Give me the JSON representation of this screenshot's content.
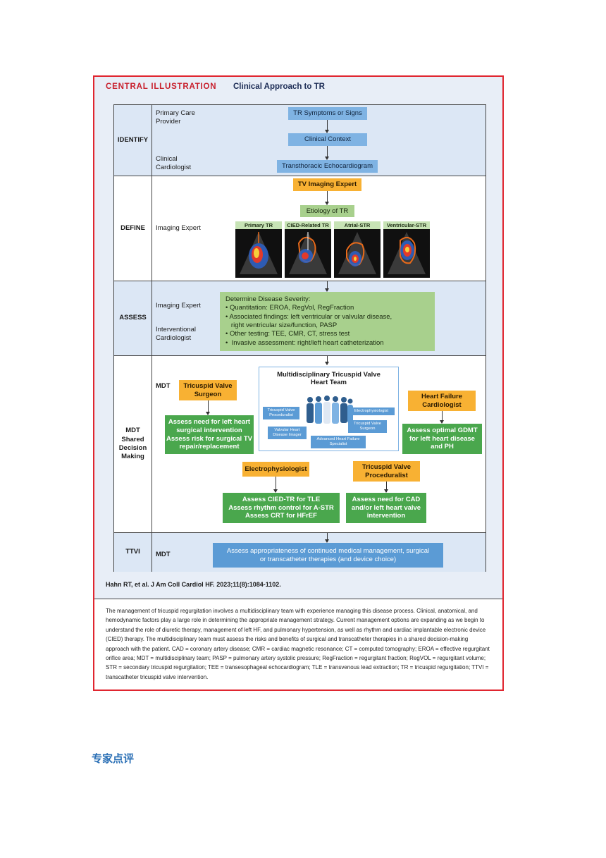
{
  "header": {
    "label": "CENTRAL ILLUSTRATION",
    "title": "Clinical Approach to TR"
  },
  "identify": {
    "label": "IDENTIFY",
    "role_top": "Primary Care\nProvider",
    "role_bottom": "Clinical\nCardiologist",
    "box1": "TR Symptoms or Signs",
    "box2": "Clinical Context",
    "box3": "Transthoracic Echocardiogram"
  },
  "define": {
    "label": "DEFINE",
    "role": "Imaging Expert",
    "expert_box": "TV Imaging Expert",
    "etiology_box": "Etiology of TR",
    "panels": [
      "Primary TR",
      "CIED-Related TR",
      "Atrial-STR",
      "Ventricular-STR"
    ]
  },
  "assess": {
    "label": "ASSESS",
    "role_top": "Imaging Expert",
    "role_bottom": "Interventional\nCardiologist",
    "lines": [
      "Determine Disease Severity:",
      "• Quantitation: EROA, RegVol, RegFraction",
      "• Associated findings: left ventricular or valvular disease,",
      "   right ventricular size/function, PASP",
      "• Other testing: TEE, CMR, CT, stress test",
      "•  Invasive assessment: right/left heart catheterization"
    ]
  },
  "mdt": {
    "label": "MDT\nShared\nDecision\nMaking",
    "role": "MDT",
    "surgeon_box": "Tricuspid Valve\nSurgeon",
    "surgeon_action": "Assess need for left heart\nsurgical intervention\nAssess risk for surgical TV\nrepair/replacement",
    "team_title": "Multidisciplinary Tricuspid Valve\nHeart Team",
    "team_chips": {
      "proceduralist": "Tricuspid Valve\nProceduralist",
      "ep": "Electrophysiologist",
      "imager": "Valvular Heart\nDisease Imager",
      "surgeon": "Tricuspid Valve\nSurgeon",
      "hf": "Advanced Heart Failure\nSpecialist"
    },
    "hf_box": "Heart Failure\nCardiologist",
    "hf_action": "Assess optimal GDMT\nfor left heart disease\nand PH",
    "ep_box": "Electrophysiologist",
    "ep_action": "Assess CIED-TR for TLE\nAssess rhythm control for A-STR\nAssess CRT for HFrEF",
    "proc_box": "Tricuspid Valve\nProceduralist",
    "proc_action": "Assess need for CAD\nand/or left heart valve\nintervention"
  },
  "ttvi": {
    "label": "TTVI",
    "role": "MDT",
    "box": "Assess appropriateness of continued medical management, surgical\nor transcatheter therapies (and device choice)"
  },
  "citation": "Hahn RT, et al. J Am Coll Cardiol HF. 2023;11(8):1084-1102.",
  "caption": "The management of tricuspid regurgitation involves a multidisciplinary team with experience managing this disease process. Clinical, anatomical, and hemodynamic factors play a large role in determining the appropriate management strategy. Current management options are expanding as we begin to understand the role of diuretic therapy, management of left HF, and pulmonary hypertension, as well as rhythm and cardiac implantable electronic device (CIED) therapy. The multidisciplinary team must assess the risks and benefits of surgical and transcatheter therapies in a shared decision-making approach with the patient. CAD = coronary artery disease; CMR = cardiac magnetic resonance; CT = computed tomography; EROA = effective regurgitant orifice area; MDT = multidisciplinary team; PASP = pulmonary artery systolic pressure; RegFraction = regurgitant fraction; RegVOL = regurgitant volume; STR = secondary tricuspid regurgitation; TEE = transesophageal echocardiogram; TLE = transvenous lead extraction; TR = tricuspid regurgitation; TTVI = transcatheter tricuspid valve intervention.",
  "comment_heading": "专家点评"
}
